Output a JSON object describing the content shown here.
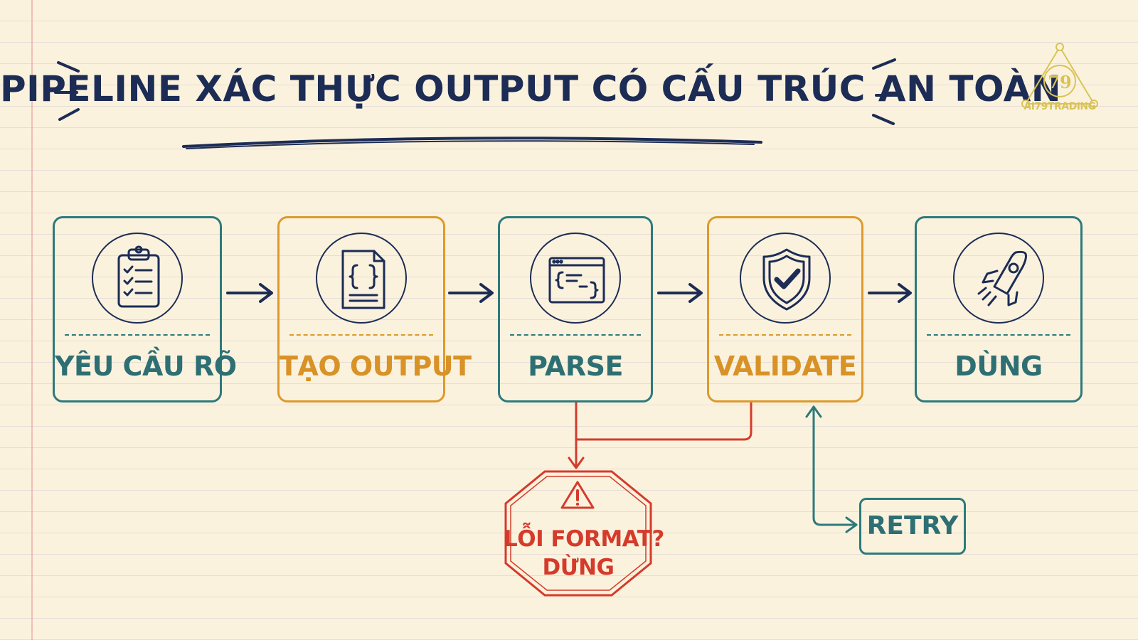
{
  "title": "PIPELINE XÁC THỰC OUTPUT CÓ CẤU TRÚC AN TOÀN",
  "logo": {
    "text": "AI79TRADING",
    "mark": "79"
  },
  "steps": [
    {
      "label": "YÊU CẦU RÕ",
      "icon": "clipboard-checklist-icon",
      "color": "#2d7a7c"
    },
    {
      "label": "TẠO OUTPUT",
      "icon": "json-document-icon",
      "color": "#dc9a2c"
    },
    {
      "label": "PARSE",
      "icon": "code-window-icon",
      "color": "#2d7a7c"
    },
    {
      "label": "VALIDATE",
      "icon": "shield-check-icon",
      "color": "#dc9a2c"
    },
    {
      "label": "DÙNG",
      "icon": "rocket-icon",
      "color": "#2d7a7c"
    }
  ],
  "error": {
    "line1": "LỖI FORMAT?",
    "line2": "DỪNG",
    "icon": "warning-icon",
    "color": "#d43b2b"
  },
  "retry": {
    "label": "RETRY",
    "color": "#2d7a7c"
  },
  "colors": {
    "ink": "#1c2c55",
    "teal": "#2d7a7c",
    "gold": "#dc9a2c",
    "red": "#d43b2b",
    "paper": "#fbf2de"
  }
}
